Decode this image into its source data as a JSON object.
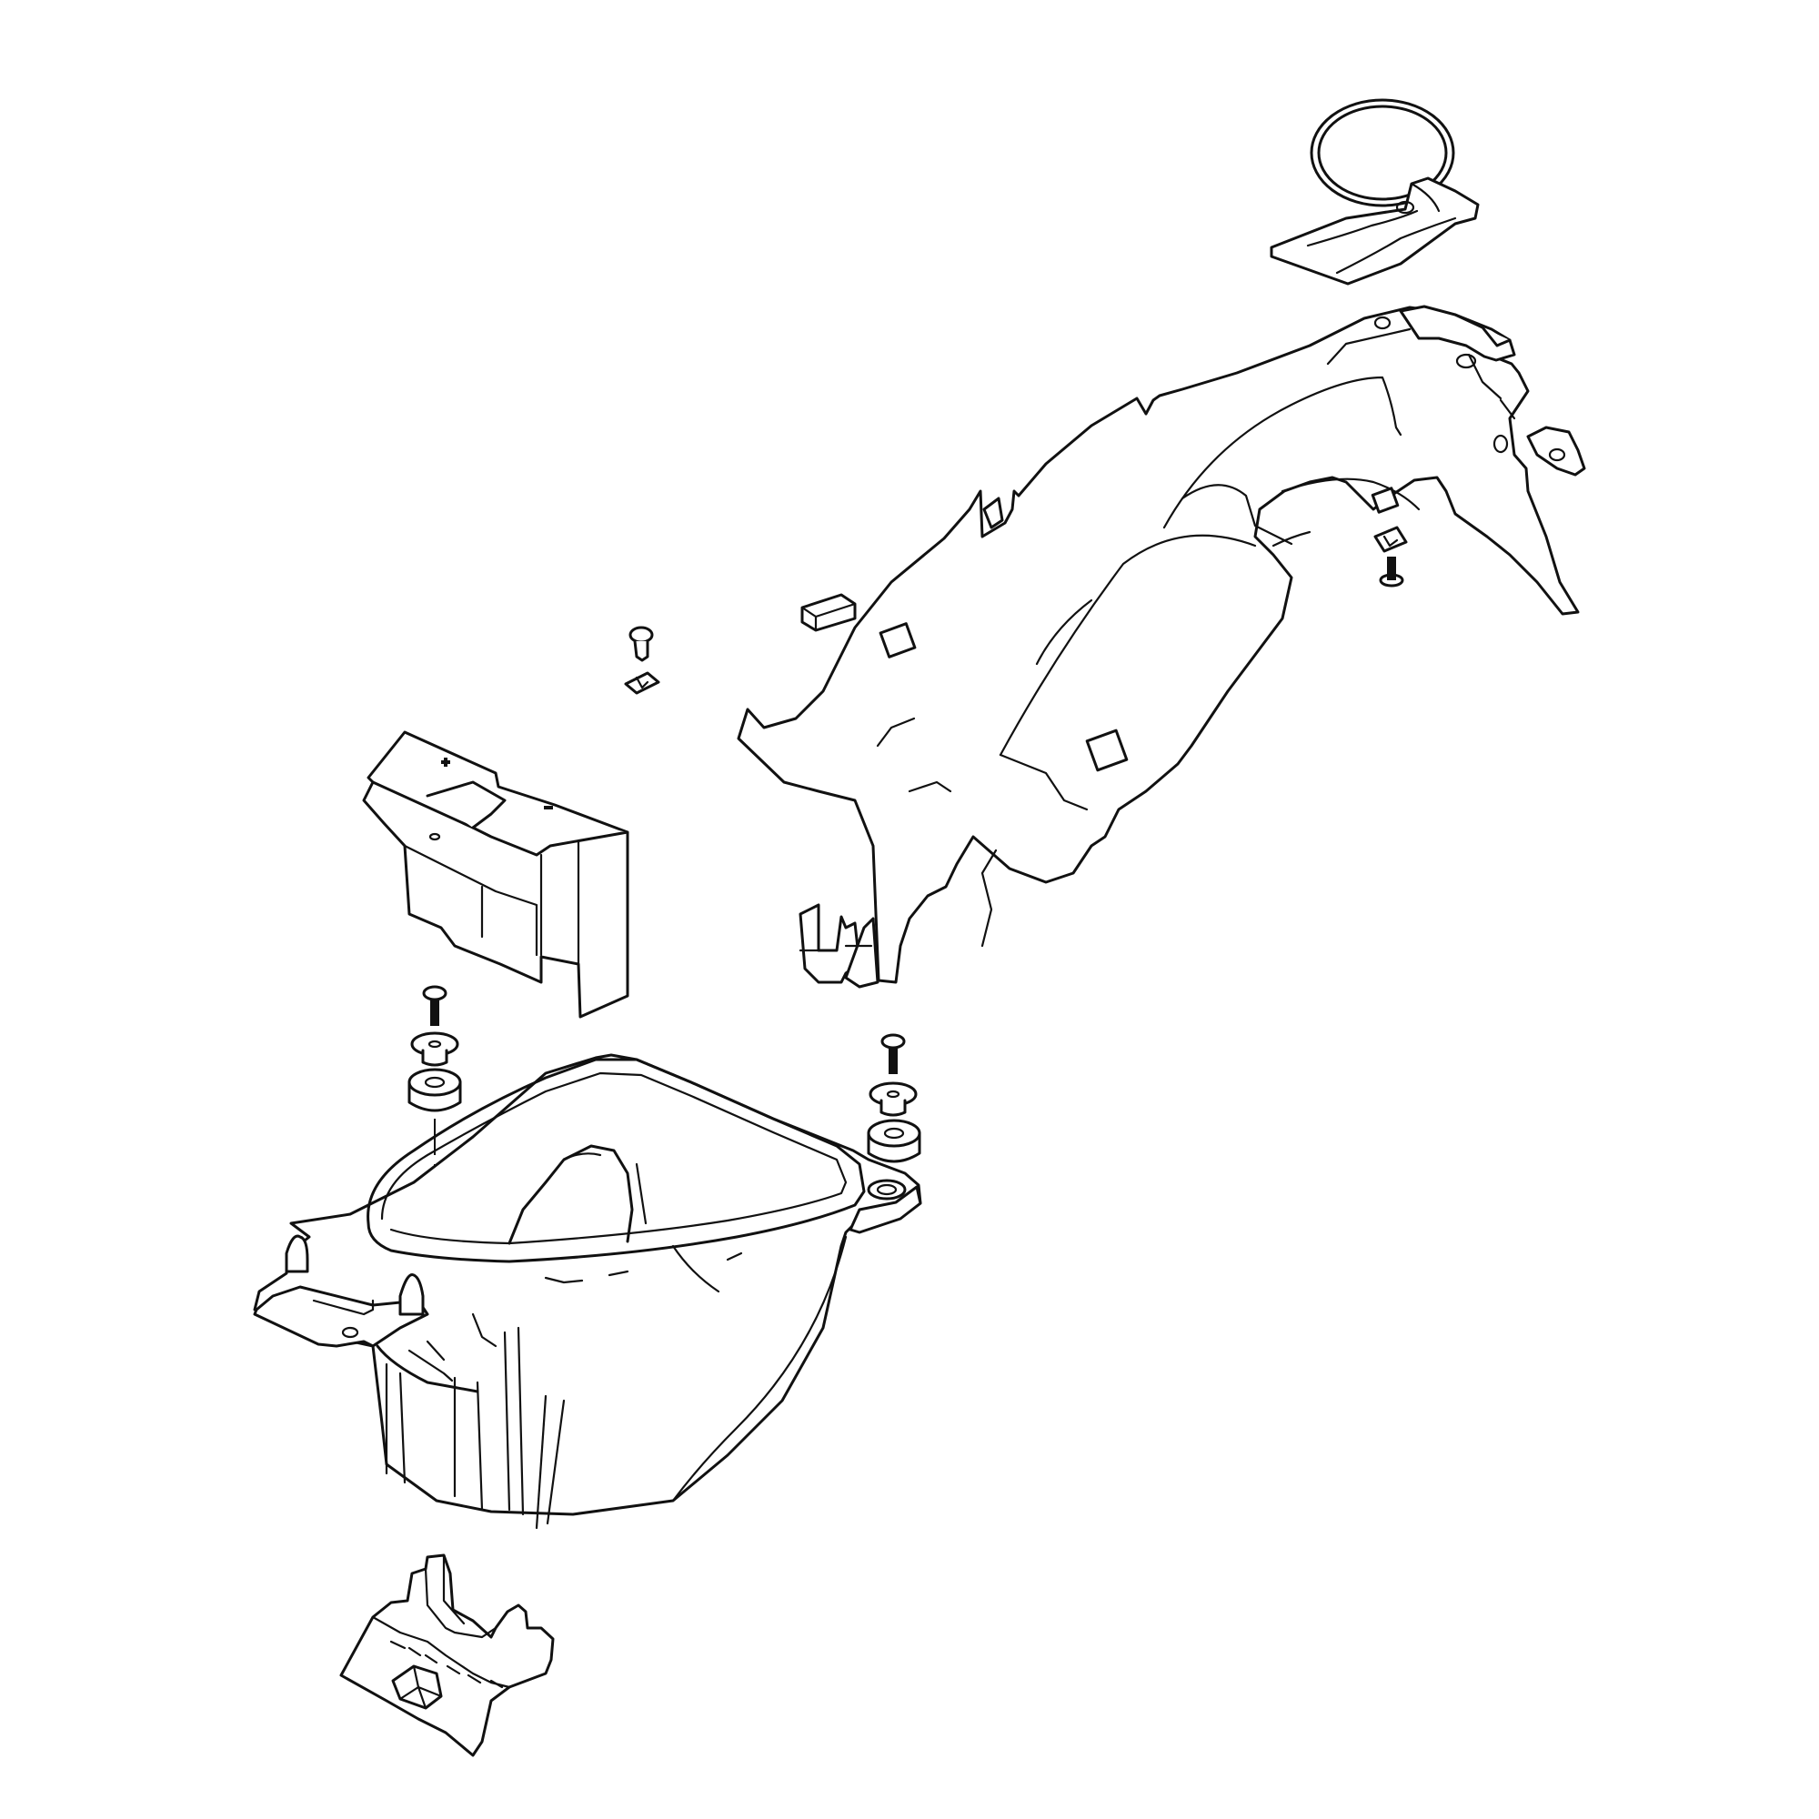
{
  "diagram": {
    "type": "exploded-parts-view",
    "line_color": "#111111",
    "background": "#ffffff",
    "parts": [
      "o-ring",
      "top-cover-plate",
      "rear-fender",
      "rubber-block",
      "push-rivet",
      "clip-nut",
      "screw",
      "heat-shield-bracket",
      "bolt",
      "washer",
      "rubber-grommet",
      "helmet-box",
      "mud-flap"
    ]
  }
}
